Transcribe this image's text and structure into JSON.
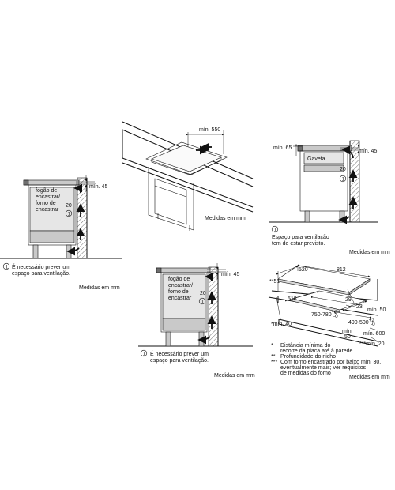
{
  "diagram_a": {
    "appliance_label": [
      "fogão de",
      "encastrar/",
      "forno de",
      "encastrar"
    ],
    "min_label": "mín. 45",
    "dim_20": "20",
    "marker": "1",
    "note": [
      "É necessário prever um",
      "espaço para ventilação."
    ],
    "units": "Medidas em mm"
  },
  "diagram_b": {
    "min_label": "mín. 550",
    "units": "Medidas em mm"
  },
  "diagram_c": {
    "min_left": "mín. 65",
    "min_right": "mín. 45",
    "drawer_label": "Gaveta",
    "dim_20": "20",
    "marker": "1",
    "note": [
      "Espaço para ventilação",
      "tem de estar previsto."
    ],
    "units": "Medidas em mm"
  },
  "diagram_d": {
    "appliance_label": [
      "fogão de",
      "encastrar/",
      "forno de",
      "encastrar"
    ],
    "min_label": "mín. 45",
    "dim_20": "20",
    "marker": "1",
    "note": [
      "É necessário prever um",
      "espaço para ventilação."
    ],
    "units": "Medidas em mm"
  },
  "diagram_e": {
    "dims": {
      "d520": "520",
      "d812": "812",
      "d51": "**51",
      "d518": "518",
      "d29": "29",
      "d23": "23",
      "dmin50": "mín. 50",
      "d750": "750-780",
      "d750_sup": "+2",
      "d750_sub": "-0",
      "d490": "490-500",
      "d490_sup": "+2",
      "d490_sub": "-0",
      "dmin600": "mín. 600",
      "dmin50b": "mín.",
      "dmin50b2": "50",
      "dmin40": "*mín. 40",
      "dmin20": "***mín. 20"
    },
    "legend": [
      {
        "mark": "*",
        "text": [
          "Distância mínima do",
          "recorte da placa até à parede"
        ]
      },
      {
        "mark": "**",
        "text": [
          "Profundidade do nicho"
        ]
      },
      {
        "mark": "***",
        "text": [
          "Com forno encastrado por baixo mín. 30,",
          "eventualmente mais; ver requisitos",
          "de medidas do forno"
        ]
      }
    ],
    "units": "Medidas em mm"
  }
}
